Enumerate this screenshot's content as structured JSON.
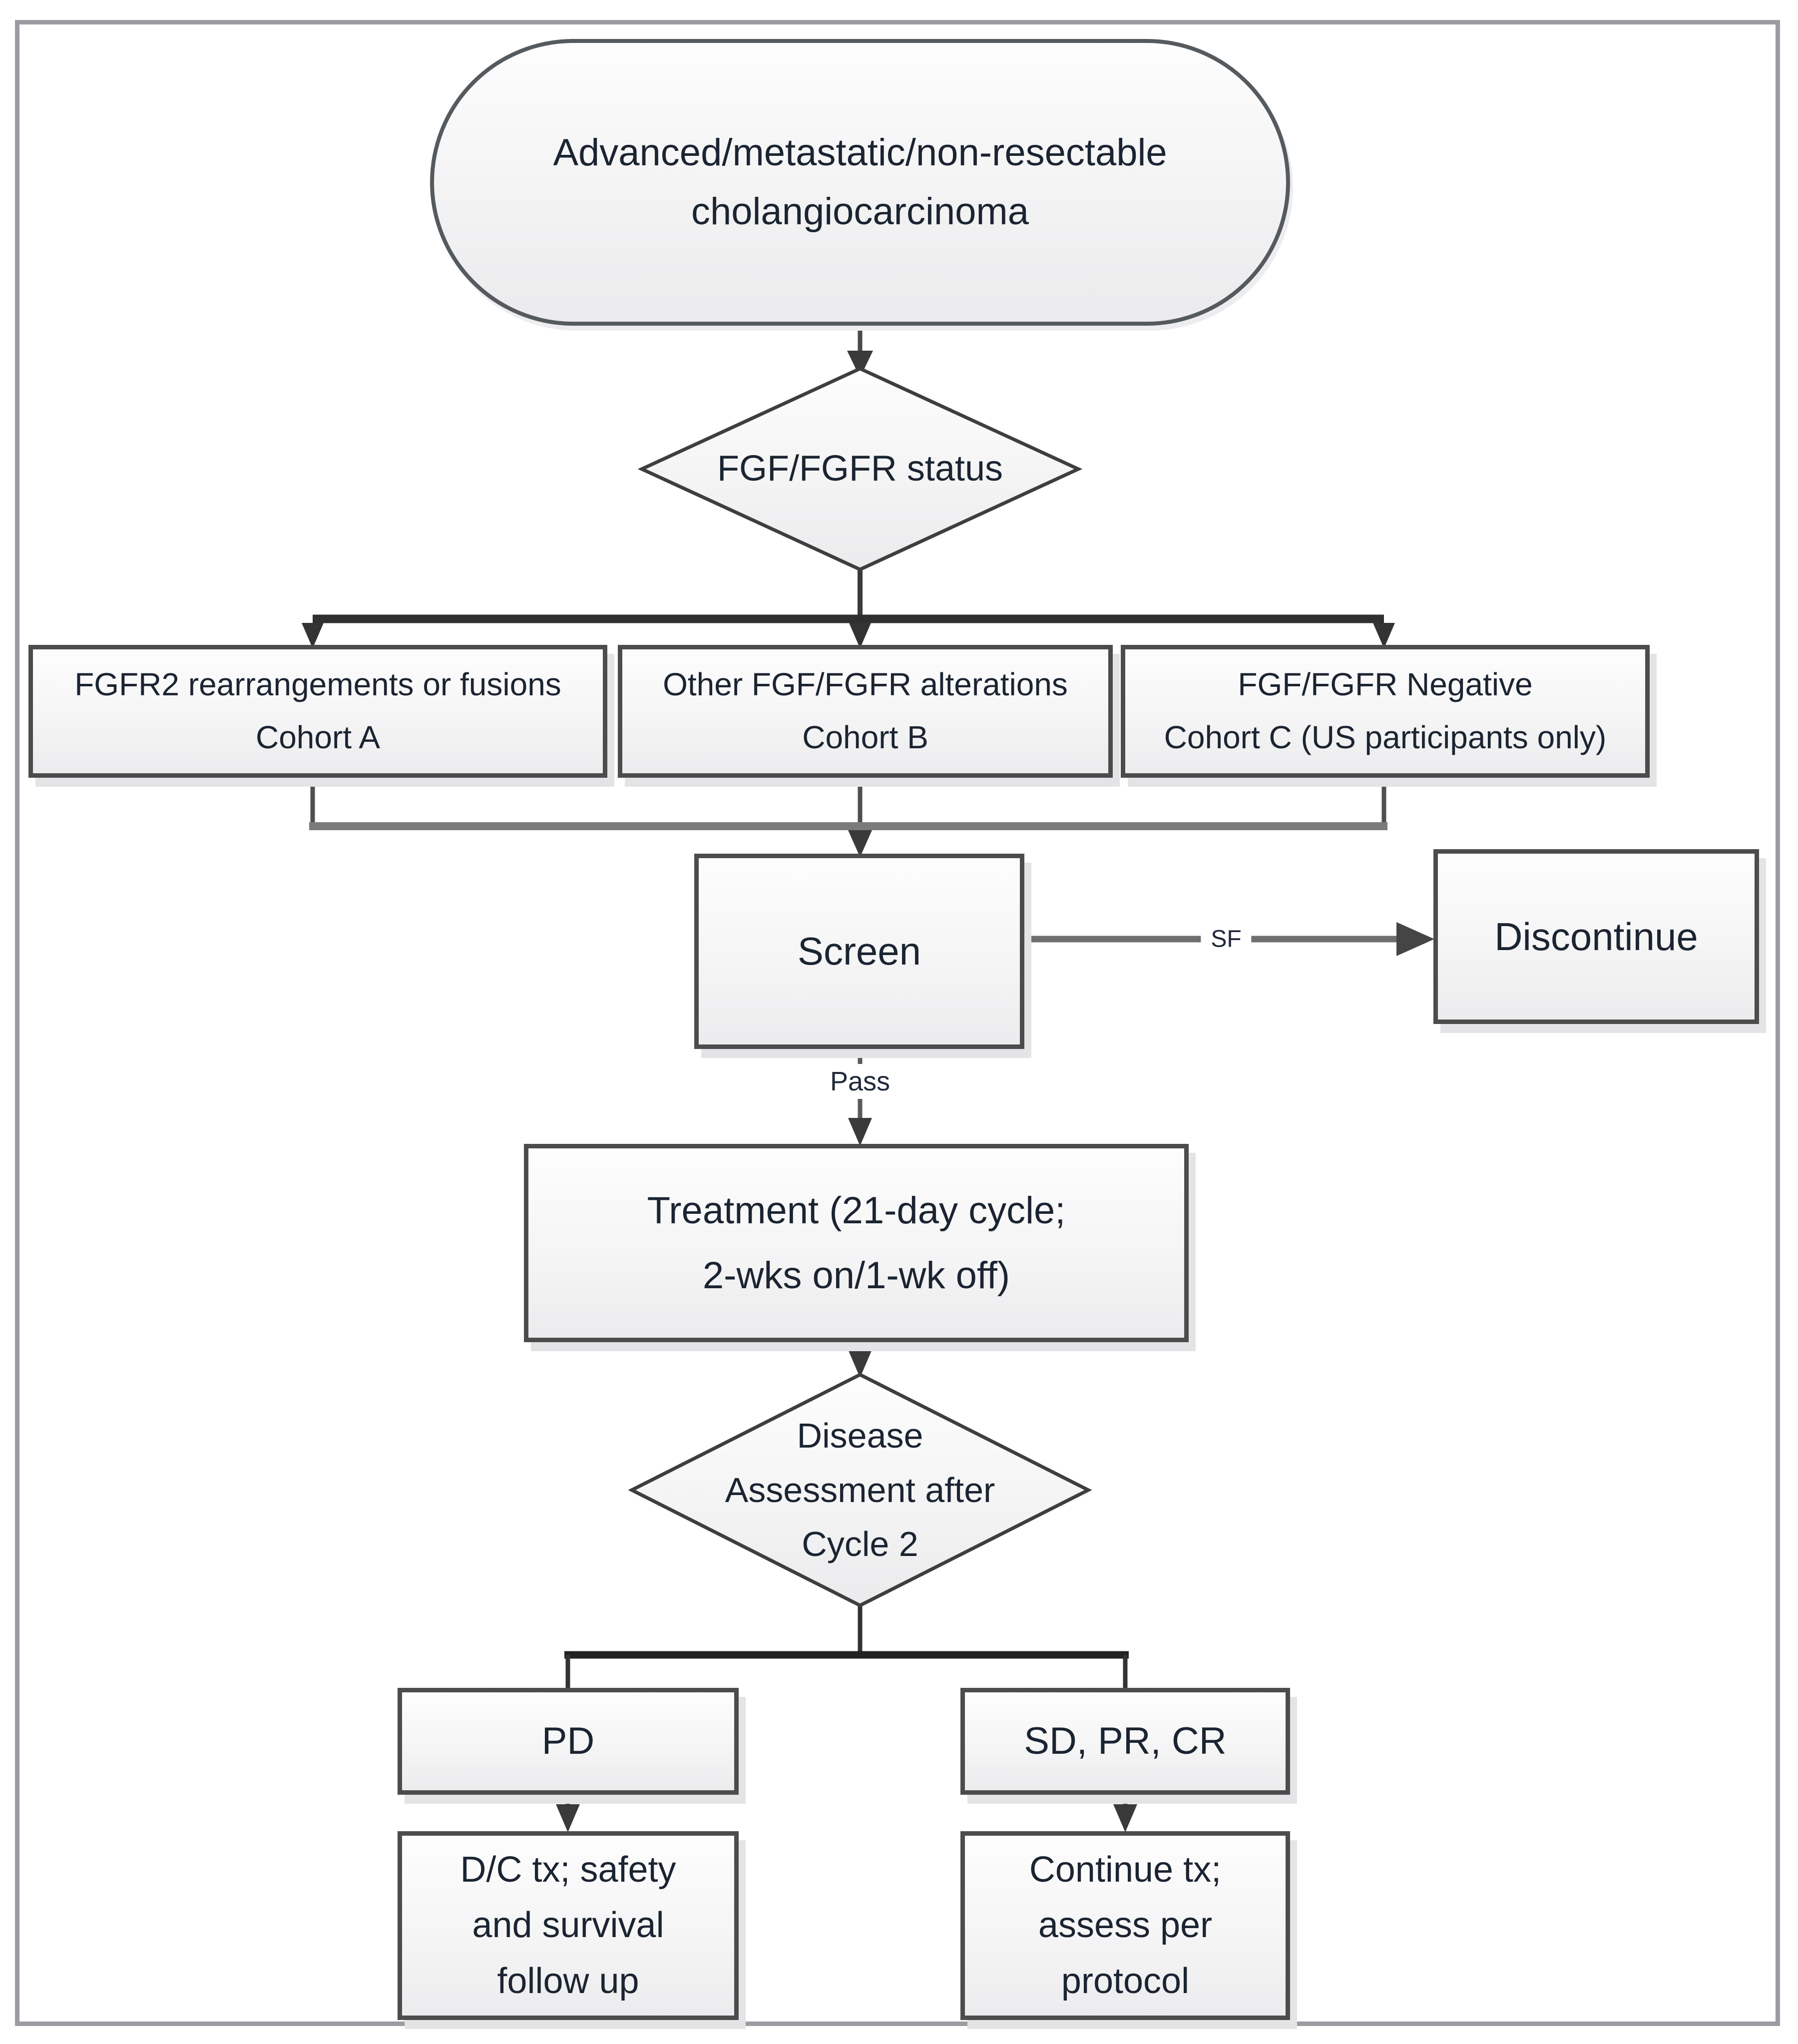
{
  "figure": {
    "type": "flowchart",
    "nodes": {
      "start": {
        "lines": [
          "Advanced/metastatic/non-resectable",
          "cholangiocarcinoma"
        ]
      },
      "fgf_fgfr_status": {
        "label": "FGF/FGFR status"
      },
      "cohort_a": {
        "lines": [
          "FGFR2 rearrangements or fusions",
          "Cohort A"
        ]
      },
      "cohort_b": {
        "lines": [
          "Other FGF/FGFR alterations",
          "Cohort B"
        ]
      },
      "cohort_c": {
        "lines": [
          "FGF/FGFR Negative",
          "Cohort C (US participants only)"
        ]
      },
      "screen": {
        "label": "Screen"
      },
      "discontinue": {
        "label": "Discontinue"
      },
      "treatment": {
        "lines": [
          "Treatment (21-day cycle;",
          "2-wks on/1-wk off)"
        ]
      },
      "disease_assessment": {
        "lines": [
          "Disease",
          "Assessment after",
          "Cycle 2"
        ]
      },
      "pd": {
        "label": "PD"
      },
      "sd_pr_cr": {
        "label": "SD, PR, CR"
      },
      "dc_tx": {
        "lines": [
          "D/C tx; safety",
          "and survival",
          "follow up"
        ]
      },
      "continue_tx": {
        "lines": [
          "Continue tx;",
          "assess per",
          "protocol"
        ]
      }
    },
    "edge_labels": {
      "screen_fail": "SF",
      "screen_pass": "Pass"
    },
    "colors": {
      "node_fill_top": "#fdfdfe",
      "node_fill_bottom": "#ececee",
      "node_border": "#4c4c4c",
      "connector_gray": "#6f6f6f",
      "connector_dark": "#2f2f2f",
      "arrowhead": "#3a3a3a",
      "text": "#1b2431",
      "frame_border": "#9b9ba1",
      "background": "#ffffff"
    }
  }
}
